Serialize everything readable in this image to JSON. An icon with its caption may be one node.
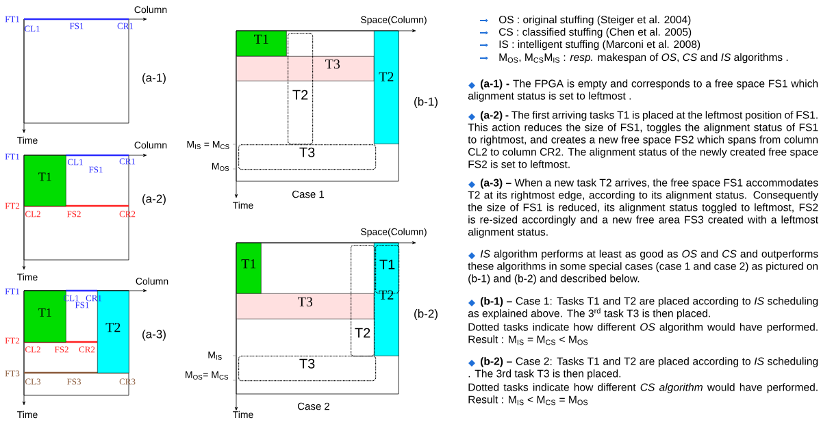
{
  "diagram": {
    "nodes": [
      {
        "text": [
          "T1"
        ]
      },
      {
        "text": [
          "T1"
        ]
      },
      {
        "text": [
          "T2"
        ]
      },
      {
        "text": [
          "T1"
        ]
      },
      {
        "text": [
          "T3"
        ]
      },
      {
        "text": [
          "T2"
        ]
      },
      {
        "text": [
          "T2"
        ]
      },
      {
        "text": [
          "T3"
        ]
      },
      {
        "text": [
          "T1"
        ]
      },
      {
        "text": [
          "T3"
        ]
      },
      {
        "text": [
          "T2"
        ]
      },
      {
        "text": [
          "T1"
        ],
        "in": 10
      },
      {
        "text": [
          "T2"
        ]
      },
      {
        "text": [
          "T3"
        ]
      }
    ],
    "labels": [
      "Column",
      "FT1",
      "CL1",
      "FS1",
      "CR1",
      "(a-1)",
      "Time",
      "Column",
      "FT1",
      "CL1",
      "CR1",
      "FS1",
      "(a-2)",
      "FT2",
      "CL2",
      "FS2",
      "CR2",
      "Time",
      "Column",
      "FT1",
      "CL1",
      "CR1",
      "FS1",
      "(a-3)",
      "FT2",
      "CL2",
      "FS2",
      "CR2",
      "FT3",
      "CL3",
      "FS3",
      "CR3",
      "Time",
      "Space(Column)",
      "M$_{IS}$ = M$_{CS}$",
      "M$_{OS}$",
      "(b-1)",
      "Case 1",
      "Time",
      "Space(Column)",
      "M$_{IS}$",
      "M$_{OS}$= M$_{CS}$",
      "(b-2)",
      "Case 2",
      "Time",
      "OS :  original stuffing (Steiger et al.  2004)",
      "CS  :  classified stuffing (Chen et al.  2005)",
      "IS   :  intelligent stuffing (Marconi et al.  2008)",
      "M$_{OS}$, M$_{CS}$M$_{IS}$ : *resp.* makespan of *OS*, *CS* and *IS* algorithms .",
      "**(a-1) -**  The FPGA is empty and corresponds to a free space FS1 which alignment status is set to leftmost .",
      "**(a-2) -** The first arriving tasks T1 is placed at the leftmost position of FS1. This action reduces the size of FS1, toggles the alignment status of FS1 to rightmost, and creates a new free  space FS2 which spans from column CL2 to column CR2. The alignment status of the newly created free space FS2 is set to leftmost.",
      "**(a-3) –** When a new task T2 arrives, the free space FS1 accommodates T2 at its rightmost edge, according to its alignment status. Consequently the size of FS1 is reduced, its alignment status toggled to leftmost, FS2 is re-sized accordingly and a new free area FS3 created with a leftmost alignment status.",
      "*IS* algorithm performs at least as good as *OS* and *CS* and outperforms these algorithms in some special cases (case 1 and case 2) as pictured on (b-1) and (b-2) and described below.",
      "**(b-1) –** Case 1: Tasks T1 and T2 are placed according to *IS* scheduling as explained above. The 3$^{rd}$ task T3 is then placed.",
      "Dotted tasks indicate how different *OS* algorithm would have performed.  Result : M$_{IS}$ = M$_{CS}$ < M$_{OS}$",
      "**(b-2) –** Case 2: Tasks T1 and T2 are placed according to *IS* scheduling . The 3rd task T3 is then placed.",
      "Dotted tasks indicate how different *CS algorithm* would have performed. Result : M$_{IS}$ < M$_{CS}$ = M$_{OS}$"
    ]
  }
}
